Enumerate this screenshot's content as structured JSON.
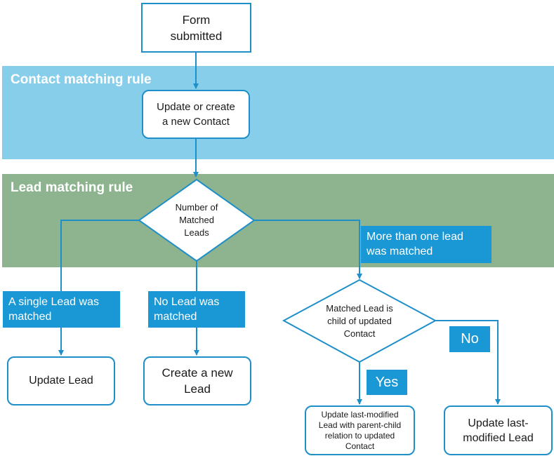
{
  "colors": {
    "contact_band": "#87ceeb",
    "lead_band": "#8db48e",
    "connector": "#1e8fc9",
    "label_bg": "#1a98d5"
  },
  "bands": {
    "contact_title": "Contact matching rule",
    "lead_title": "Lead matching rule"
  },
  "nodes": {
    "form_submitted": "Form submitted",
    "update_create_contact": "Update or create a new Contact",
    "number_matched_leads": "Number of Matched Leads",
    "matched_lead_child": "Matched Lead is child of updated Contact",
    "update_lead": "Update Lead",
    "create_new_lead": "Create a new Lead",
    "update_last_modified_parent": "Update last-modified Lead with parent-child relation to updated Contact",
    "update_last_modified_lead": "Update last-modified Lead"
  },
  "edge_labels": {
    "single_lead": "A single Lead was matched",
    "no_lead": "No Lead was matched",
    "more_than_one": "More than one lead was matched",
    "yes": "Yes",
    "no": "No"
  }
}
